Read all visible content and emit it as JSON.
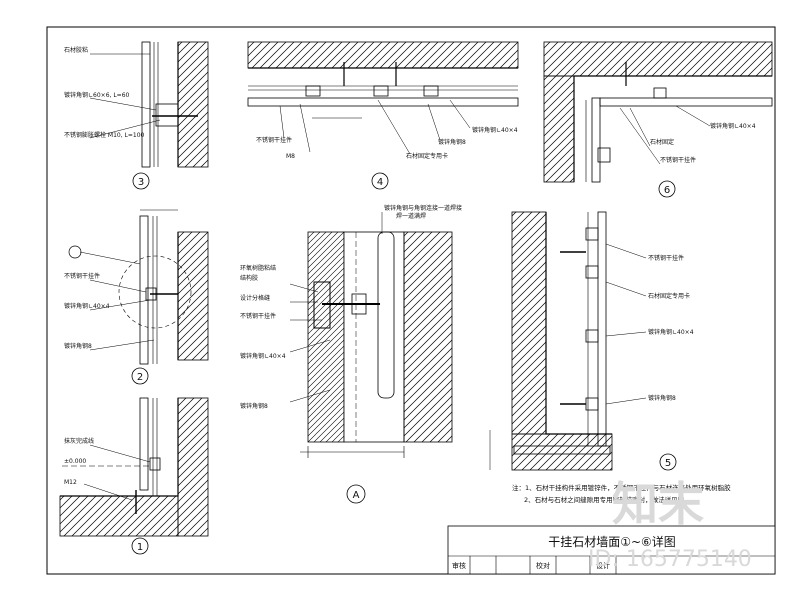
{
  "title_block": {
    "title": "干挂石材墙面①~⑥详图",
    "check_label": "审核",
    "proof_label": "校对",
    "design_label": "设计"
  },
  "details": {
    "d1": {
      "mark": "1",
      "labels": [
        "抹灰完成线",
        "±0.000",
        "M12"
      ]
    },
    "d2": {
      "mark": "2",
      "labels": [
        "不锈钢干挂件",
        "镀锌角钢∟40×4",
        "镀锌角钢8"
      ]
    },
    "d3": {
      "mark": "3",
      "labels": [
        "石材胶粘",
        "镀锌角钢∟60×6, L=60",
        "不锈钢膨胀螺栓 M10, L=100"
      ]
    },
    "d4": {
      "mark": "4",
      "labels": [
        "不锈钢干挂件",
        "M8",
        "镀锌角钢8",
        "镀锌角钢∟40×4",
        "石材固定专用卡"
      ]
    },
    "d5": {
      "mark": "5",
      "labels": []
    },
    "d6": {
      "mark": "6",
      "labels": [
        "镀锌角钢∟40×4",
        "石材固定",
        "不锈钢干挂件"
      ]
    },
    "dA": {
      "mark": "A",
      "labels": [
        "镀锌角钢与角钢连接一道焊接",
        "焊一道满焊",
        "环氧树脂粘结",
        "结构胶",
        "设计分格缝",
        "不锈钢干挂件",
        "镀锌角钢∟40×4",
        "镀锌角钢8"
      ]
    }
  },
  "d5_right_labels": [
    "不锈钢干挂件",
    "石材固定专用卡",
    "镀锌角钢∟40×4",
    "镀锌角钢8"
  ],
  "notes": [
    "注：1、石材干挂构件采用镀锌件，不锈钢干挂件与石材连接处用环氧树脂胶",
    "2、石材与石材之间缝隙用专用密封胶密封，做法详见图。"
  ],
  "watermark": {
    "brand": "知末",
    "id_text": "ID: 165775140"
  }
}
